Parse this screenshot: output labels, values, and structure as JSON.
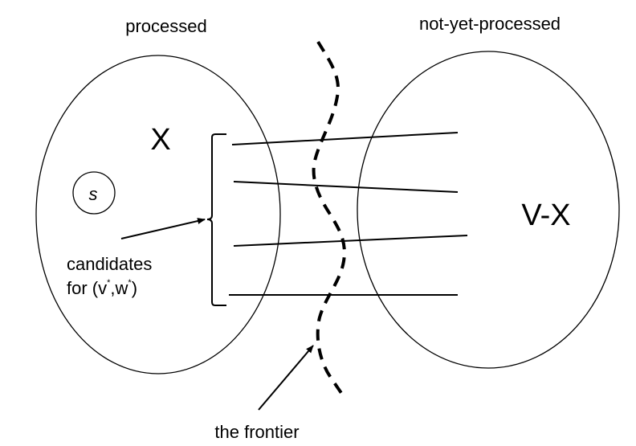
{
  "labels": {
    "left_region_title": "processed",
    "right_region_title": "not-yet-processed",
    "left_set": "X",
    "right_set": "V-X",
    "source_vertex": "s",
    "candidates_line1": "candidates",
    "candidates_line2_prefix": "for (v",
    "candidates_star1": "*",
    "candidates_mid": ",w",
    "candidates_star2": "*",
    "candidates_suffix": ")",
    "frontier": "the frontier"
  },
  "edges": [
    {
      "name": "crossing-edge-1"
    },
    {
      "name": "crossing-edge-2"
    },
    {
      "name": "crossing-edge-3"
    },
    {
      "name": "crossing-edge-4"
    }
  ],
  "colors": {
    "stroke": "#000000",
    "background": "#ffffff"
  }
}
